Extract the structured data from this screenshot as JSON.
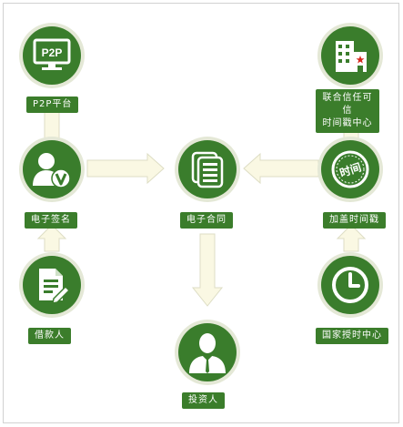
{
  "nodes": {
    "p2p_platform": {
      "label": "P2P平台",
      "icon_text": "P2P"
    },
    "trusted_timestamp_center": {
      "label_line1": "联合信任可信",
      "label_line2": "时间戳中心"
    },
    "e_signature": {
      "label": "电子签名"
    },
    "e_contract": {
      "label": "电子合同"
    },
    "add_timestamp": {
      "label": "加盖时间戳",
      "stamp_text": "时间"
    },
    "borrower": {
      "label": "借款人"
    },
    "national_time_center": {
      "label": "国家授时中心"
    },
    "investor": {
      "label": "投资人"
    }
  },
  "colors": {
    "node_green": "#3a7d2c",
    "label_green": "#3b7d2b",
    "arrow_fill": "#faf8e3",
    "arrow_stroke": "#ddddc4",
    "accent_red": "#d7281e"
  }
}
